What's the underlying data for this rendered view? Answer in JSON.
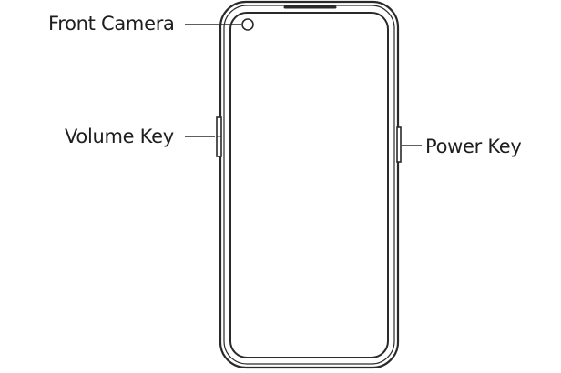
{
  "labels": {
    "front_camera": "Front Camera",
    "volume_key": "Volume Key",
    "power_key": "Power Key"
  },
  "colors": {
    "line": "#2a2a2a",
    "text": "#1e1e1e",
    "background": "#ffffff"
  }
}
